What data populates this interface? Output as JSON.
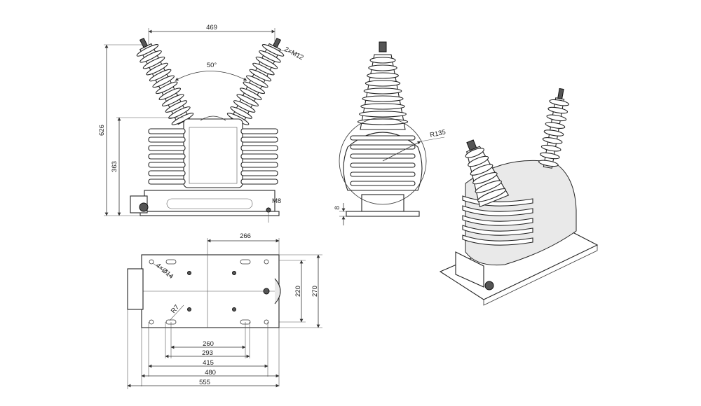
{
  "front_view": {
    "dim_width": "469",
    "dim_thread": "2×M12",
    "dim_angle": "50°",
    "dim_total_height": "626",
    "dim_body_height": "363",
    "dim_ground_thread": "M8"
  },
  "side_view": {
    "dim_radius": "R135",
    "dim_base": "8"
  },
  "plan_view": {
    "dim_half_length": "266",
    "dim_holes": "4×Ø14",
    "dim_slot": "R7",
    "dim_inner_width": "220",
    "dim_outer_width": "270",
    "dim_260": "260",
    "dim_293": "293",
    "dim_415": "415",
    "dim_480": "480",
    "dim_555": "555"
  }
}
